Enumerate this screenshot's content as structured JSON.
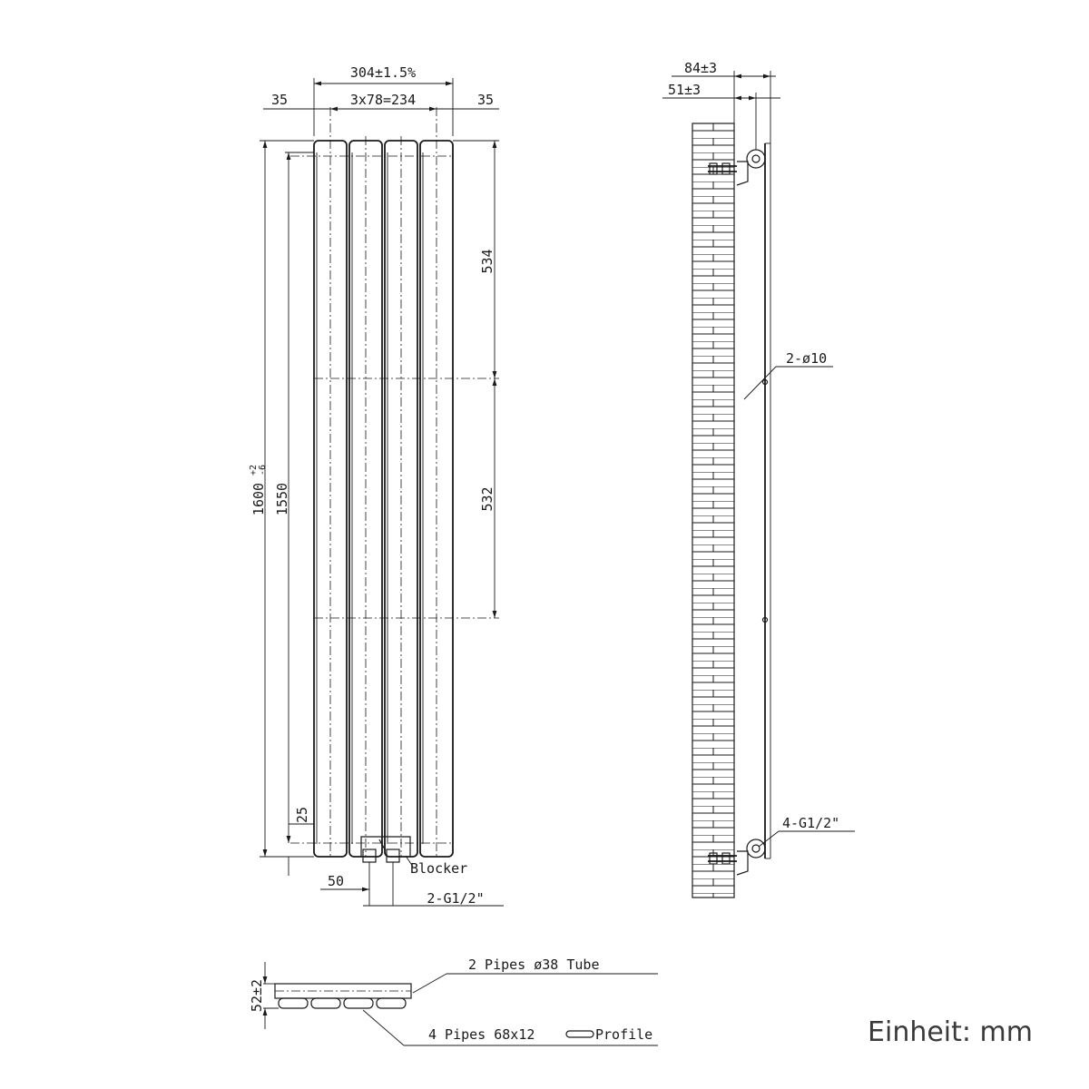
{
  "front_view": {
    "overall_width": "304±1.5%",
    "side_margin_left": "35",
    "center_spacing": "3x78=234",
    "side_margin_right": "35",
    "upper_bracket_spacing": "534",
    "lower_bracket_spacing": "532",
    "overall_height_main": "1600",
    "overall_height_tol_upper": "+2",
    "overall_height_tol_lower": "-6",
    "inner_height": "1550",
    "bottom_offset": "25",
    "connection_offset": "50",
    "connections": "2-G1/2\"",
    "blocker_label": "Blocker"
  },
  "side_view": {
    "depth_total": "84±3",
    "depth_wall": "51±3",
    "holes": "2-ø10",
    "brackets": "4-G1/2\""
  },
  "top_view": {
    "depth": "52±2",
    "tubes_label": "2 Pipes ø38 Tube",
    "profiles_label_prefix": "4 Pipes 68x12",
    "profiles_label_suffix": "Profile"
  },
  "unit_label": "Einheit: mm"
}
